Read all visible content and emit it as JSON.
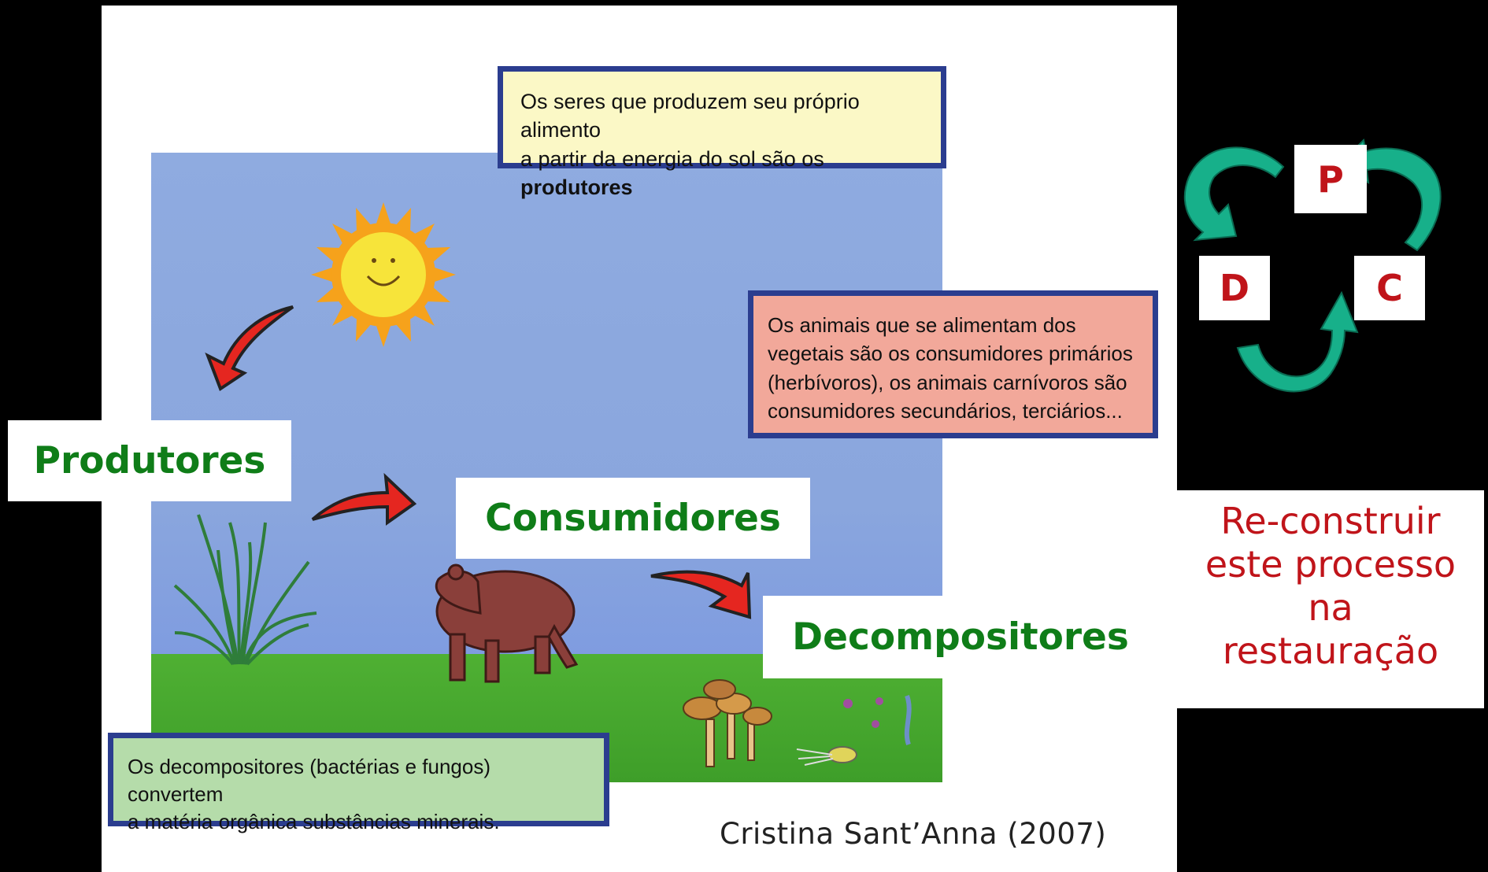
{
  "boxes": {
    "producers": {
      "line1": "Os seres que produzem seu próprio alimento",
      "line2_prefix": "a partir da energia do sol são os",
      "line2_bold": "produtores"
    },
    "consumers": {
      "lines": [
        "Os animais que se alimentam dos",
        "vegetais são os consumidores primários",
        "(herbívoros), os animais carnívoros são",
        "consumidores secundários, terciários..."
      ]
    },
    "decomposers": {
      "lines": [
        "Os decompositores (bactérias e fungos) convertem",
        "a matéria orgânica substâncias minerais."
      ]
    }
  },
  "labels": {
    "producers": "Produtores",
    "consumers": "Consumidores",
    "decomposers": "Decompositores"
  },
  "credit": "Cristina Sant’Anna (2007)",
  "cycle": {
    "p": "P",
    "d": "D",
    "c": "C"
  },
  "restore_text": [
    "Re-construir",
    "este processo",
    "na",
    "restauração"
  ],
  "colors": {
    "label_green": "#0f7d18",
    "accent_red": "#c0141a",
    "box_border": "#2b3d8f",
    "arrow_teal": "#17b08a"
  }
}
